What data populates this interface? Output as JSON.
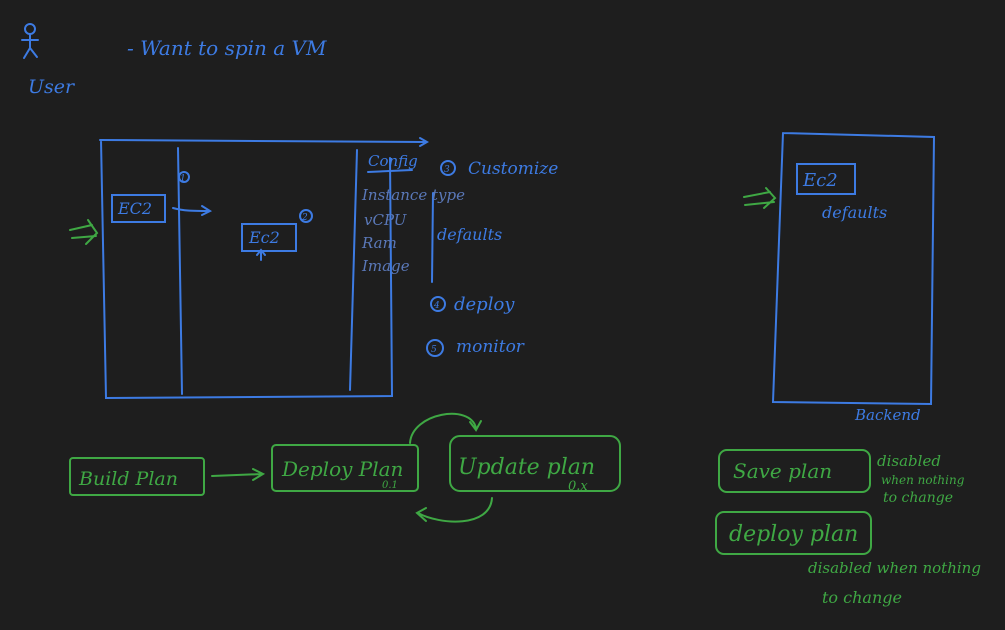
{
  "user": {
    "label": "User",
    "want": "- Want to spin a VM"
  },
  "frontend": {
    "left_card": "EC2",
    "step1": "1",
    "center_card": "Ec2",
    "step2": "2",
    "config_header": "Config",
    "step3": "3",
    "customize": "Customize",
    "instance_type": "Instance type",
    "vcpu": "vCPU",
    "ram": "Ram",
    "image": "Image",
    "defaults": "defaults",
    "step4": "4",
    "deploy": "deploy",
    "step5": "5",
    "monitor": "monitor"
  },
  "backend": {
    "card": "Ec2",
    "defaults": "defaults",
    "label": "Backend"
  },
  "flow": {
    "build_plan": "Build Plan",
    "deploy_plan": "Deploy Plan",
    "deploy_version": "0.1",
    "update_plan": "Update plan",
    "update_version": "0.x"
  },
  "buttons": {
    "save_plan": "Save plan",
    "save_note_1": "disabled",
    "save_note_2": "when nothing",
    "save_note_3": "to change",
    "deploy_plan": "deploy plan",
    "deploy_note_1": "disabled when nothing",
    "deploy_note_2": "to change"
  },
  "colors": {
    "background": "#1e1e1e",
    "blue_ink": "#3d7be3",
    "green_ink": "#3fa844"
  }
}
